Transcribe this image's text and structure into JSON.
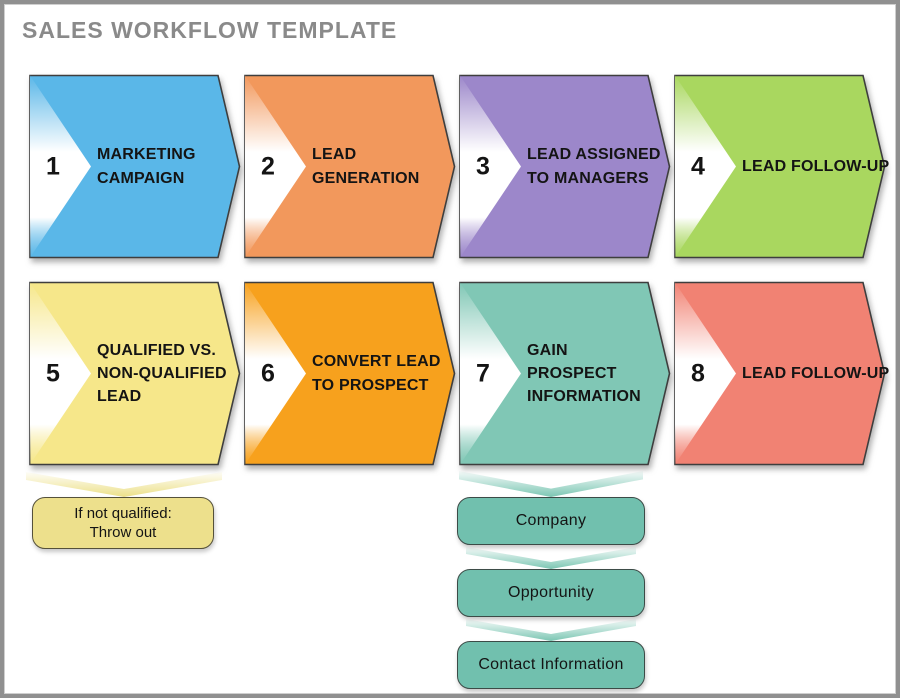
{
  "page": {
    "title": "SALES WORKFLOW TEMPLATE",
    "title_color": "#8a8a8a",
    "background": "#ffffff",
    "frame_border_color": "#909090"
  },
  "steps": [
    {
      "number": "1",
      "label_lines": [
        "MARKETING",
        "CAMPAIGN"
      ],
      "color": "#5ab7e8"
    },
    {
      "number": "2",
      "label_lines": [
        "LEAD",
        "GENERATION"
      ],
      "color": "#f2985c"
    },
    {
      "number": "3",
      "label_lines": [
        "LEAD ASSIGNED",
        "TO MANAGERS"
      ],
      "color": "#9c87ca"
    },
    {
      "number": "4",
      "label_lines": [
        "LEAD FOLLOW-UP"
      ],
      "color": "#a9d75f"
    },
    {
      "number": "5",
      "label_lines": [
        "QUALIFIED VS.",
        "NON-QUALIFIED",
        "LEAD"
      ],
      "color": "#f6e78a"
    },
    {
      "number": "6",
      "label_lines": [
        "CONVERT LEAD",
        "TO PROSPECT"
      ],
      "color": "#f7a11d"
    },
    {
      "number": "7",
      "label_lines": [
        "GAIN",
        "PROSPECT",
        "INFORMATION"
      ],
      "color": "#80c7b5"
    },
    {
      "number": "8",
      "label_lines": [
        "LEAD FOLLOW-UP"
      ],
      "color": "#f18273"
    }
  ],
  "callouts": {
    "not_qualified": {
      "lines": [
        "If not qualified:",
        "Throw out"
      ],
      "fill": "#ede08c",
      "border": "#55513a"
    },
    "prospect_nodes": [
      {
        "label": "Company"
      },
      {
        "label": "Opportunity"
      },
      {
        "label": "Contact Information"
      }
    ],
    "prospect_node_fill": "#71c0ae",
    "connector_yellow": "#ece089",
    "connector_teal": "#7cc6b3"
  }
}
